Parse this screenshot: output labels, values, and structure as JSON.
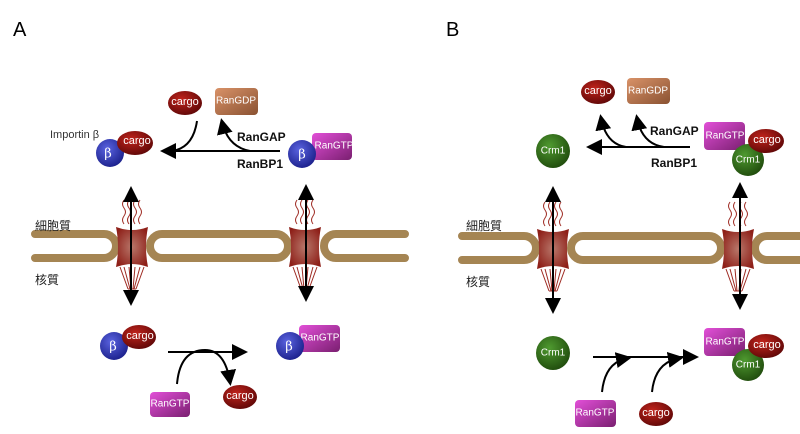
{
  "panels": {
    "a": {
      "label": "A",
      "importin_label": "Importin β",
      "beta": "β",
      "cargo": "cargo",
      "rangdp": "RanGDP",
      "rangtp": "RanGTP",
      "rangap": "RanGAP",
      "ranbp1": "RanBP1",
      "cytoplasm": "細胞質",
      "nucleoplasm": "核質"
    },
    "b": {
      "label": "B",
      "crm1": "Crm1",
      "cargo": "cargo",
      "rangdp": "RanGDP",
      "rangtp": "RanGTP",
      "rangap": "RanGAP",
      "ranbp1": "RanBP1",
      "cytoplasm": "細胞質",
      "nucleoplasm": "核質"
    }
  },
  "colors": {
    "importin": "#2a2fb0",
    "cargo": "#8a0c0c",
    "rangtp": "#b03aa8",
    "rangdp": "#b5774f",
    "crm1": "#2f6a1a",
    "membrane": "#a58553",
    "pore": "#9e2a22"
  }
}
